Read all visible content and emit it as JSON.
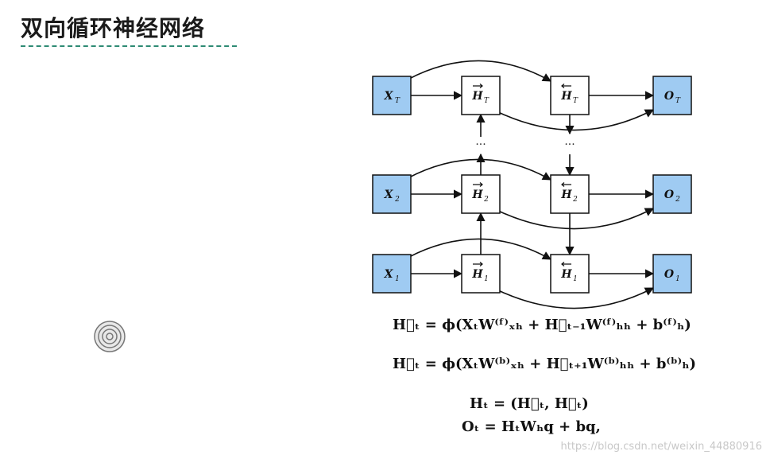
{
  "slide": {
    "title": "双向循环神经网络"
  },
  "diagram": {
    "colors": {
      "input": "#9fcbf2",
      "output": "#9fcbf2",
      "hidden": "#ffffff",
      "stroke": "#111111"
    },
    "rows": [
      {
        "input": "X",
        "input_sub": "T",
        "fwd": "H",
        "fwd_sub": "T",
        "bwd": "H",
        "bwd_sub": "T",
        "output": "O",
        "output_sub": "T"
      },
      {
        "input": "X",
        "input_sub": "2",
        "fwd": "H",
        "fwd_sub": "2",
        "bwd": "H",
        "bwd_sub": "2",
        "output": "O",
        "output_sub": "2"
      },
      {
        "input": "X",
        "input_sub": "1",
        "fwd": "H",
        "fwd_sub": "1",
        "bwd": "H",
        "bwd_sub": "1",
        "output": "O",
        "output_sub": "1"
      }
    ],
    "ellipsis": "···"
  },
  "formulas": {
    "eq1": "H⃗ₜ = ϕ(XₜW⁽ᶠ⁾ₓₕ + H⃗ₜ₋₁W⁽ᶠ⁾ₕₕ + b⁽ᶠ⁾ₕ)",
    "eq2": "H⃖ₜ = ϕ(XₜW⁽ᵇ⁾ₓₕ + H⃖ₜ₊₁W⁽ᵇ⁾ₕₕ + b⁽ᵇ⁾ₕ)",
    "eq3": "Hₜ = (H⃗ₜ, H⃖ₜ)",
    "eq4": "Oₜ = HₜWₕq + bq,"
  },
  "watermark": "https://blog.csdn.net/weixin_44880916",
  "icons": {
    "cursor": "cursor-target-icon"
  }
}
